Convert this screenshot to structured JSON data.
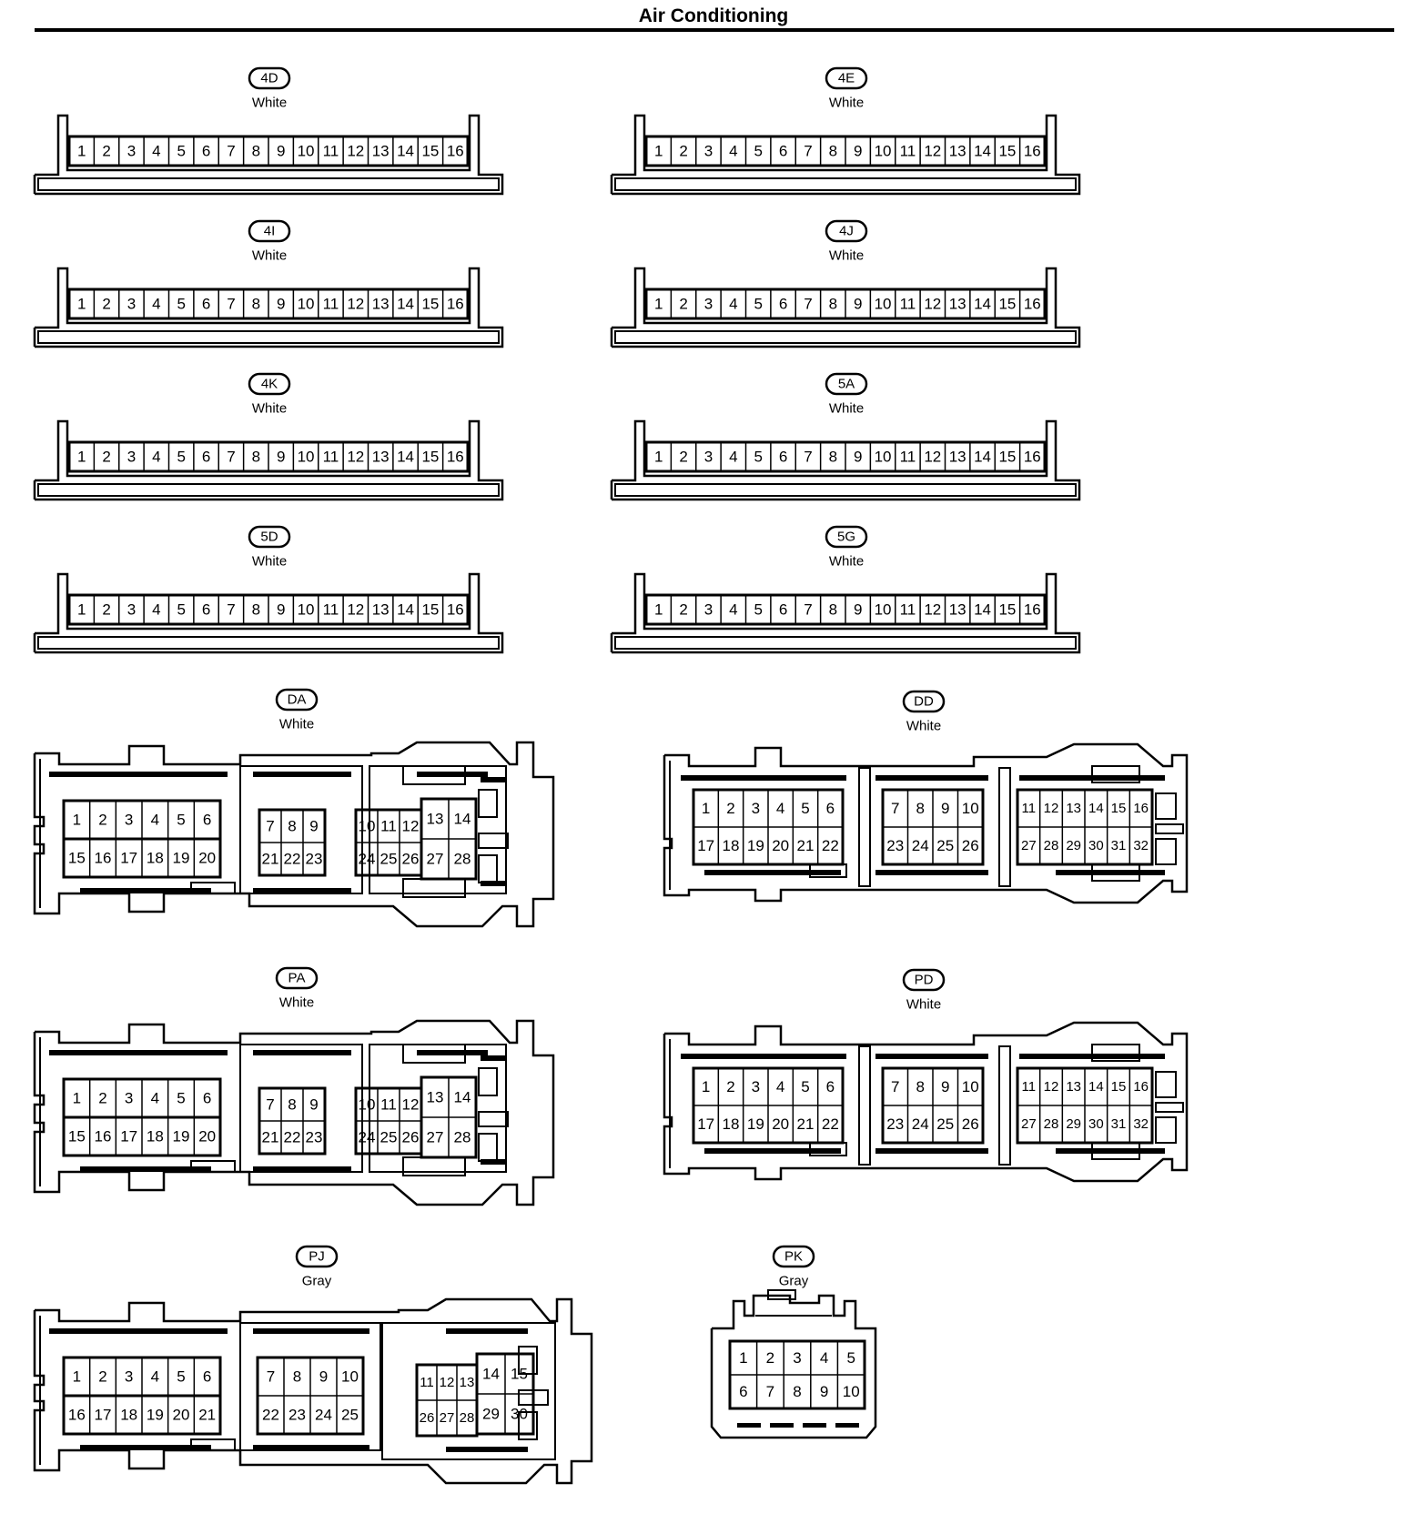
{
  "title": "Air Conditioning",
  "connectors": [
    {
      "id": "4D",
      "color": "White",
      "pins": [
        "1",
        "2",
        "3",
        "4",
        "5",
        "6",
        "7",
        "8",
        "9",
        "10",
        "11",
        "12",
        "13",
        "14",
        "15",
        "16"
      ]
    },
    {
      "id": "4E",
      "color": "White",
      "pins": [
        "1",
        "2",
        "3",
        "4",
        "5",
        "6",
        "7",
        "8",
        "9",
        "10",
        "11",
        "12",
        "13",
        "14",
        "15",
        "16"
      ]
    },
    {
      "id": "4I",
      "color": "White",
      "pins": [
        "1",
        "2",
        "3",
        "4",
        "5",
        "6",
        "7",
        "8",
        "9",
        "10",
        "11",
        "12",
        "13",
        "14",
        "15",
        "16"
      ]
    },
    {
      "id": "4J",
      "color": "White",
      "pins": [
        "1",
        "2",
        "3",
        "4",
        "5",
        "6",
        "7",
        "8",
        "9",
        "10",
        "11",
        "12",
        "13",
        "14",
        "15",
        "16"
      ]
    },
    {
      "id": "4K",
      "color": "White",
      "pins": [
        "1",
        "2",
        "3",
        "4",
        "5",
        "6",
        "7",
        "8",
        "9",
        "10",
        "11",
        "12",
        "13",
        "14",
        "15",
        "16"
      ]
    },
    {
      "id": "5A",
      "color": "White",
      "pins": [
        "1",
        "2",
        "3",
        "4",
        "5",
        "6",
        "7",
        "8",
        "9",
        "10",
        "11",
        "12",
        "13",
        "14",
        "15",
        "16"
      ]
    },
    {
      "id": "5D",
      "color": "White",
      "pins": [
        "1",
        "2",
        "3",
        "4",
        "5",
        "6",
        "7",
        "8",
        "9",
        "10",
        "11",
        "12",
        "13",
        "14",
        "15",
        "16"
      ]
    },
    {
      "id": "5G",
      "color": "White",
      "pins": [
        "1",
        "2",
        "3",
        "4",
        "5",
        "6",
        "7",
        "8",
        "9",
        "10",
        "11",
        "12",
        "13",
        "14",
        "15",
        "16"
      ]
    },
    {
      "id": "DA",
      "color": "White",
      "pins": [
        "1",
        "2",
        "3",
        "4",
        "5",
        "6",
        "7",
        "8",
        "9",
        "10",
        "11",
        "12",
        "13",
        "14",
        "15",
        "16",
        "17",
        "18",
        "19",
        "20",
        "21",
        "22",
        "23",
        "24",
        "25",
        "26",
        "27",
        "28"
      ]
    },
    {
      "id": "DD",
      "color": "White",
      "pins": [
        "1",
        "2",
        "3",
        "4",
        "5",
        "6",
        "7",
        "8",
        "9",
        "10",
        "11",
        "12",
        "13",
        "14",
        "15",
        "16",
        "17",
        "18",
        "19",
        "20",
        "21",
        "22",
        "23",
        "24",
        "25",
        "26",
        "27",
        "28",
        "29",
        "30",
        "31",
        "32"
      ]
    },
    {
      "id": "PA",
      "color": "White",
      "pins": [
        "1",
        "2",
        "3",
        "4",
        "5",
        "6",
        "7",
        "8",
        "9",
        "10",
        "11",
        "12",
        "13",
        "14",
        "15",
        "16",
        "17",
        "18",
        "19",
        "20",
        "21",
        "22",
        "23",
        "24",
        "25",
        "26",
        "27",
        "28"
      ]
    },
    {
      "id": "PD",
      "color": "White",
      "pins": [
        "1",
        "2",
        "3",
        "4",
        "5",
        "6",
        "7",
        "8",
        "9",
        "10",
        "11",
        "12",
        "13",
        "14",
        "15",
        "16",
        "17",
        "18",
        "19",
        "20",
        "21",
        "22",
        "23",
        "24",
        "25",
        "26",
        "27",
        "28",
        "29",
        "30",
        "31",
        "32"
      ]
    },
    {
      "id": "PJ",
      "color": "Gray",
      "pins": [
        "1",
        "2",
        "3",
        "4",
        "5",
        "6",
        "7",
        "8",
        "9",
        "10",
        "11",
        "12",
        "13",
        "14",
        "15",
        "16",
        "17",
        "18",
        "19",
        "20",
        "21",
        "22",
        "23",
        "24",
        "25",
        "26",
        "27",
        "28",
        "29",
        "30"
      ]
    },
    {
      "id": "PK",
      "color": "Gray",
      "pins": [
        "1",
        "2",
        "3",
        "4",
        "5",
        "6",
        "7",
        "8",
        "9",
        "10"
      ]
    }
  ]
}
